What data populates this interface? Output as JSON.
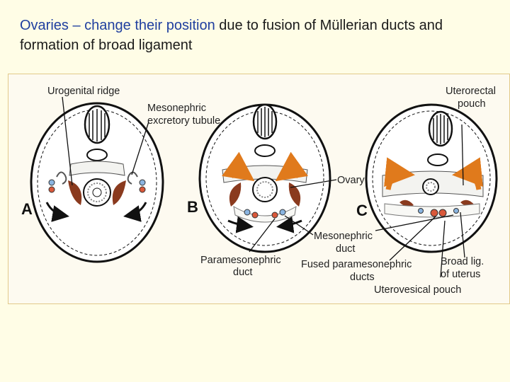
{
  "title": {
    "part1": "Ovaries – change their position",
    "part2": " due to fusion of Müllerian ducts and formation of broad ligament"
  },
  "colors": {
    "highlight": "#1f3f9f",
    "ovary": "#8a3a1e",
    "arrow": "#e07a1c",
    "duct": "#d9583a",
    "mesonephric": "#8ab4e0"
  },
  "diagram": {
    "panels": [
      "A",
      "B",
      "C"
    ],
    "labels": {
      "urogenital_ridge": "Urogenital ridge",
      "mesonephric_tubule_1": "Mesonephric",
      "mesonephric_tubule_2": "excretory tubule",
      "uterorectal_1": "Uterorectal",
      "uterorectal_2": "pouch",
      "ovary": "Ovary",
      "mesonephric_duct_1": "Mesonephric",
      "mesonephric_duct_2": "duct",
      "paramesonephric_1": "Paramesonephric",
      "paramesonephric_2": "duct",
      "fused_1": "Fused paramesonephric",
      "fused_2": "ducts",
      "broad_lig_1": "Broad lig.",
      "broad_lig_2": "of uterus",
      "uterovesical": "Uterovesical pouch"
    }
  }
}
